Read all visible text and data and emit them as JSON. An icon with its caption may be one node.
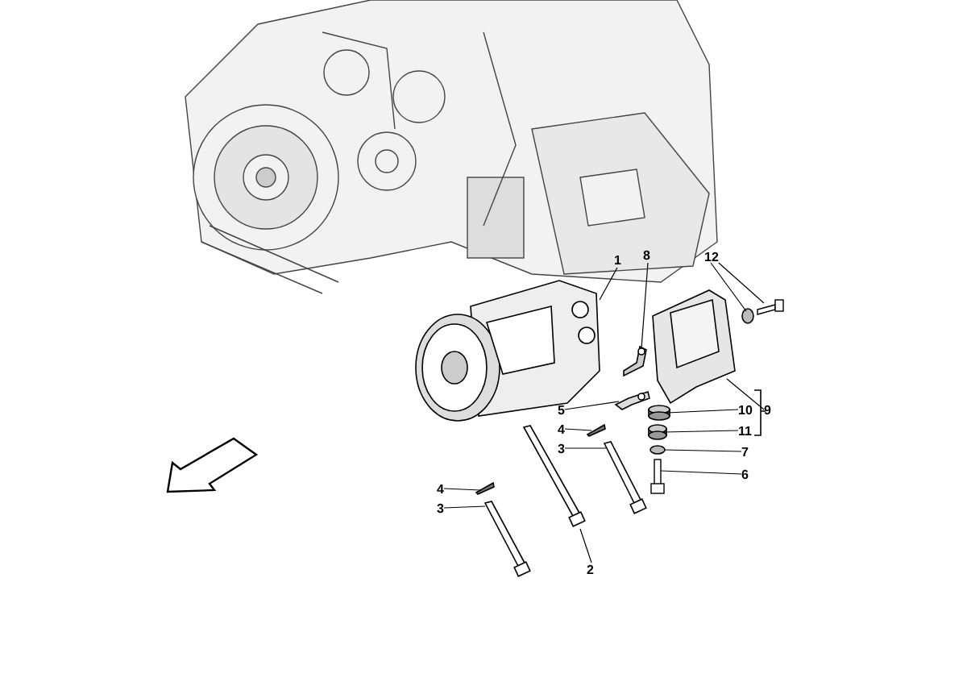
{
  "diagram": {
    "nodes": [
      {
        "text": [
          "1"
        ]
      },
      {
        "text": [
          "8"
        ]
      },
      {
        "text": [
          "12"
        ]
      },
      {
        "text": [
          "5"
        ]
      },
      {
        "text": [
          "10"
        ]
      },
      {
        "text": [
          "9"
        ]
      },
      {
        "text": [
          "4"
        ]
      },
      {
        "text": [
          "11"
        ]
      },
      {
        "text": [
          "3"
        ]
      },
      {
        "text": [
          "7"
        ]
      },
      {
        "text": [
          "6"
        ]
      },
      {
        "text": [
          "4"
        ]
      },
      {
        "text": [
          "3"
        ]
      },
      {
        "text": [
          "2"
        ]
      },
      {
        "text": [],
        "shape": "picture"
      },
      {
        "text": [],
        "shape": "picture"
      },
      {
        "text": [],
        "shape": "circle"
      },
      {
        "text": [],
        "shape": "picture"
      },
      {
        "text": [],
        "shape": "picture"
      },
      {
        "text": [],
        "shape": "picture"
      },
      {
        "text": [],
        "shape": "cylinder"
      },
      {
        "text": [],
        "shape": "bar"
      },
      {
        "text": [],
        "shape": "cylinder"
      },
      {
        "text": [],
        "shape": "picture"
      },
      {
        "text": [],
        "shape": "circle"
      },
      {
        "text": [],
        "shape": "picture"
      },
      {
        "text": [],
        "shape": "bar"
      },
      {
        "text": [],
        "shape": "picture"
      },
      {
        "text": [],
        "shape": "picture"
      }
    ],
    "edges": [
      {
        "from": 0,
        "to": 14,
        "arrow": "none"
      },
      {
        "from": 1,
        "to": 15,
        "arrow": "none"
      },
      {
        "from": 2,
        "to": 16,
        "arrow": "none"
      },
      {
        "from": 2,
        "to": 17,
        "arrow": "none"
      },
      {
        "from": 3,
        "to": 18,
        "arrow": "none"
      },
      {
        "from": 4,
        "to": 20,
        "arrow": "none"
      },
      {
        "from": 5,
        "to": 19,
        "arrow": "none"
      },
      {
        "from": 6,
        "to": 21,
        "arrow": "none"
      },
      {
        "from": 7,
        "to": 22,
        "arrow": "none"
      },
      {
        "from": 8,
        "to": 23,
        "arrow": "none"
      },
      {
        "from": 9,
        "to": 24,
        "arrow": "none"
      },
      {
        "from": 10,
        "to": 25,
        "arrow": "none"
      },
      {
        "from": 11,
        "to": 26,
        "arrow": "none"
      },
      {
        "from": 12,
        "to": 27,
        "arrow": "none"
      },
      {
        "from": 13,
        "to": 28,
        "arrow": "none"
      }
    ]
  }
}
